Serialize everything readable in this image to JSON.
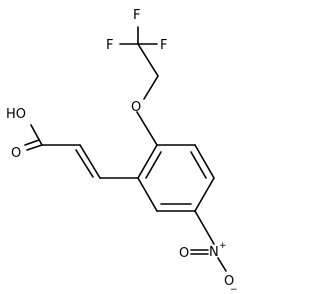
{
  "molecule": {
    "atoms": {
      "f_top": "F",
      "f_left": "F",
      "f_right": "F",
      "ether_o": "O",
      "acid_o_h": "HO",
      "carbonyl_o": "O",
      "nitro_n": "N",
      "nitro_plus": "+",
      "nitro_o_left": "O",
      "nitro_o_bottom": "O",
      "nitro_minus": "−"
    }
  },
  "colors": {
    "ink": "#000000",
    "background": "#ffffff"
  }
}
